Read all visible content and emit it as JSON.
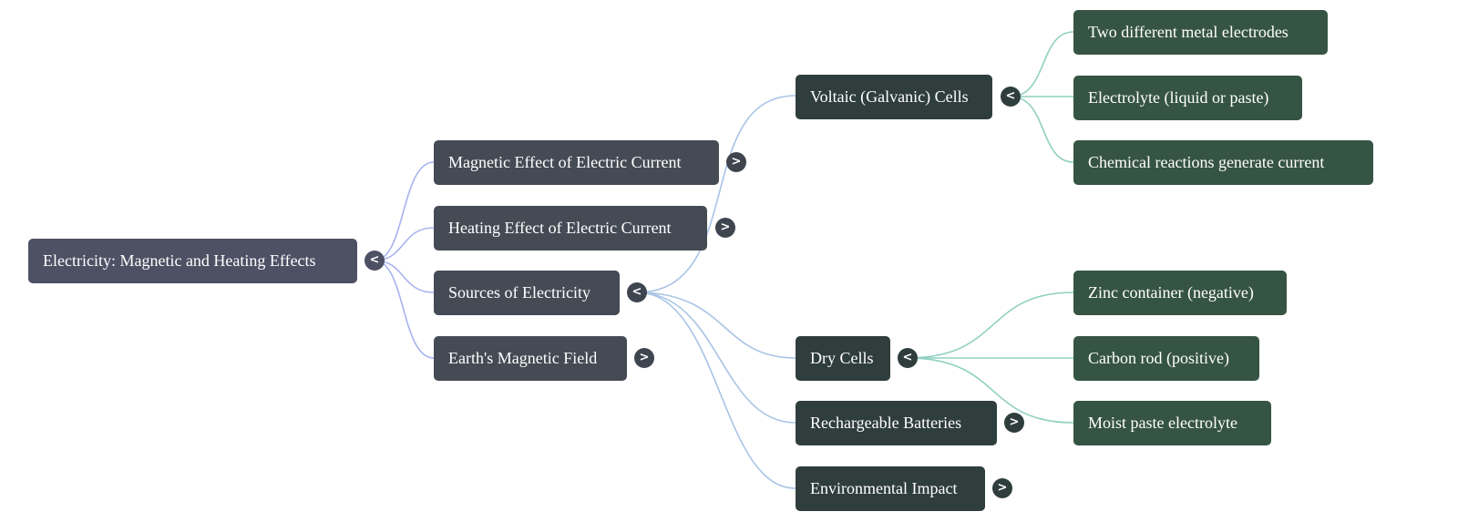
{
  "mindmap": {
    "root": {
      "label": "Electricity: Magnetic and Heating Effects",
      "toggle": "<"
    },
    "level1": [
      {
        "label": "Magnetic Effect of Electric Current",
        "toggle": ">"
      },
      {
        "label": "Heating Effect of Electric Current",
        "toggle": ">"
      },
      {
        "label": "Sources of Electricity",
        "toggle": "<"
      },
      {
        "label": "Earth's Magnetic Field",
        "toggle": ">"
      }
    ],
    "level2": [
      {
        "label": "Voltaic (Galvanic) Cells",
        "toggle": "<"
      },
      {
        "label": "Dry Cells",
        "toggle": "<"
      },
      {
        "label": "Rechargeable Batteries",
        "toggle": ">"
      },
      {
        "label": "Environmental Impact",
        "toggle": ">"
      }
    ],
    "level3_voltaic": [
      {
        "label": "Two different metal electrodes"
      },
      {
        "label": "Electrolyte (liquid or paste)"
      },
      {
        "label": "Chemical reactions generate current"
      }
    ],
    "level3_dry": [
      {
        "label": "Zinc container (negative)"
      },
      {
        "label": "Carbon rod (positive)"
      },
      {
        "label": "Moist paste electrolyte"
      }
    ]
  },
  "colors": {
    "edge_root": "#a7b3ee",
    "edge_level1": "#a9c4e6",
    "edge_level2": "#8fd0bf"
  }
}
